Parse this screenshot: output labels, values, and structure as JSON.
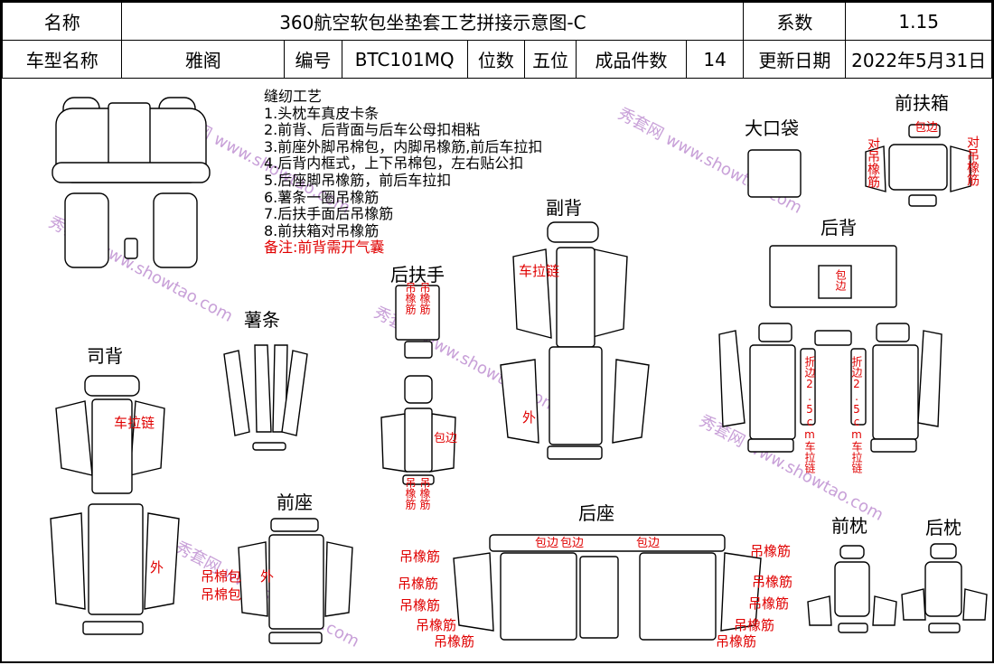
{
  "header": {
    "name_label": "名称",
    "title": "360航空软包坐垫套工艺拼接示意图-C",
    "factor_label": "系数",
    "factor_value": "1.15",
    "model_label": "车型名称",
    "model_value": "雅阁",
    "code_label": "编号",
    "code_value": "BTC101MQ",
    "seats_label": "位数",
    "seats_value": "五位",
    "pieces_label": "成品件数",
    "pieces_value": "14",
    "date_label": "更新日期",
    "date_value": "2022年5月31日"
  },
  "notes": {
    "title": "缝纫工艺",
    "items": [
      "1.头枕车真皮卡条",
      "2.前背、后背面与后车公母扣相粘",
      "3.前座外脚吊棉包，内脚吊橡筋,前后车拉扣",
      "4.后背内框式，上下吊棉包，左右贴公扣",
      "5.后座脚吊橡筋，前后车拉扣",
      "6.薯条一圈吊橡筋",
      "7.后扶手面后吊橡筋",
      "8.前扶箱对吊橡筋"
    ],
    "remark": "备注:前背需开气囊"
  },
  "sections": {
    "driver_back": "司背",
    "fries": "薯条",
    "rear_armrest": "后扶手",
    "passenger_back": "副背",
    "big_pocket": "大口袋",
    "front_box": "前扶箱",
    "rear_back": "后背",
    "front_seat": "前座",
    "rear_seat": "后座",
    "front_pillow": "前枕",
    "rear_pillow": "后枕"
  },
  "annotations": {
    "zipper": "车拉链",
    "outer": "外",
    "hang_elastic": "吊橡筋",
    "hang_cotton": "吊棉包",
    "edging": "包边",
    "fold_edge": "折边",
    "opposite_hang_elastic": "对吊橡筋",
    "fold_zip_note": "折边2.5cm车拉链"
  },
  "watermark": {
    "cn": "秀套网",
    "url": "www.showtao.com"
  },
  "colors": {
    "annotation": "#e00000",
    "line": "#000000",
    "watermark": "#c8a0d8"
  }
}
